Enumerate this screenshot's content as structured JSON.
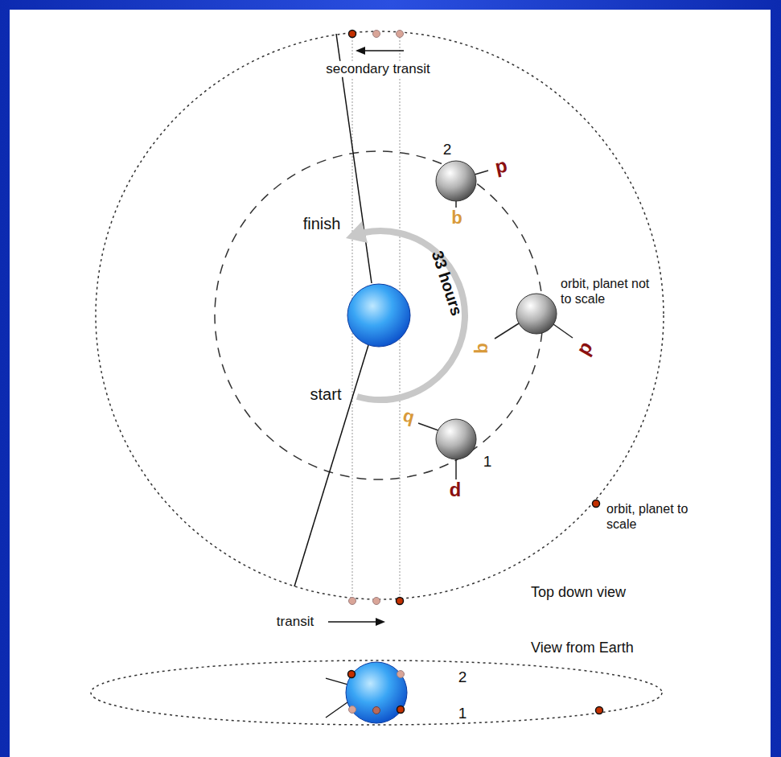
{
  "diagram": {
    "labels": [
      "secondary transit",
      "finish",
      "2",
      "p",
      "q",
      "33 hours",
      "orbit, planet not to scale",
      "q",
      "p",
      "start",
      "q",
      "1",
      "p",
      "orbit, planet to scale",
      "Top down view",
      "transit",
      "View from Earth",
      "2",
      "1"
    ]
  }
}
